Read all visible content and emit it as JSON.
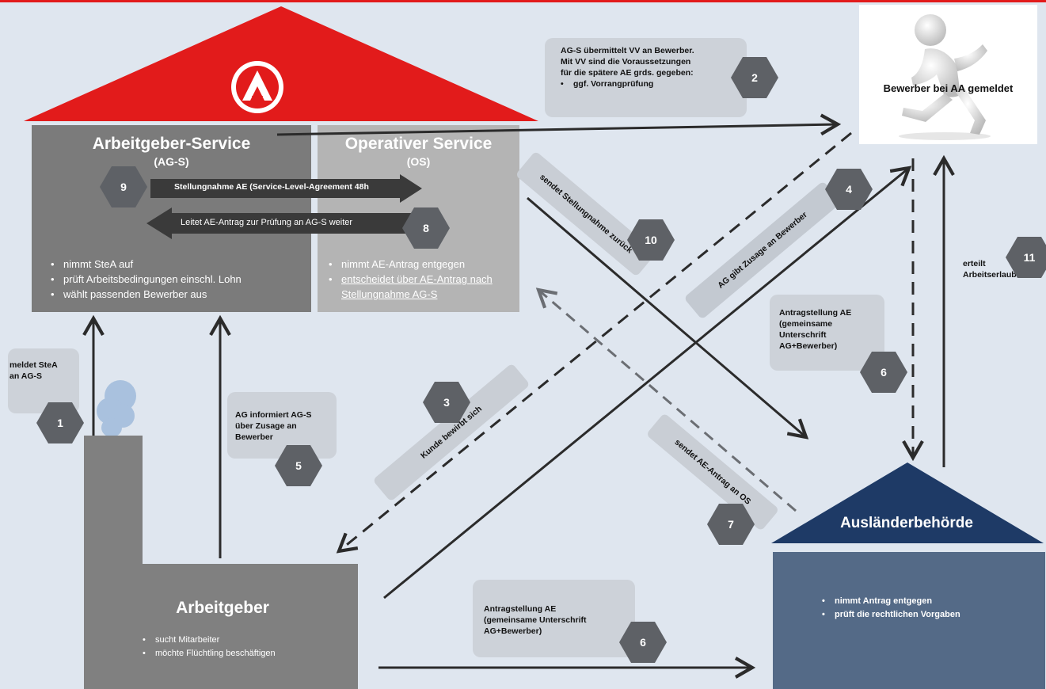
{
  "colors": {
    "background": "#dfe6ef",
    "red": "#e21b1b",
    "ags_box": "#7b7b7b",
    "os_box": "#b4b4b4",
    "abh_roof": "#1e3a66",
    "abh_box": "#546a87",
    "badge": "#5e6166",
    "arrow": "#2b2b2b"
  },
  "ags": {
    "title": "Arbeitgeber-Service",
    "subtitle": "(AG-S)",
    "bullets": [
      "nimmt SteA auf",
      "prüft Arbeitsbedingungen einschl. Lohn",
      "wählt passenden Bewerber aus"
    ]
  },
  "os": {
    "title": "Operativer Service",
    "subtitle": "(OS)",
    "bullets": [
      "nimmt AE-Antrag entgegen",
      "entscheidet über AE-Antrag nach Stellungnahme AG-S"
    ]
  },
  "arrow_labels": {
    "stellungnahme": "Stellungnahme AE (Service-Level-Agreement 48h",
    "leitet": "Leitet AE-Antrag zur Prüfung an AG-S weiter"
  },
  "bewerber": {
    "label": "Bewerber bei AA gemeldet"
  },
  "arbeitgeber": {
    "title": "Arbeitgeber",
    "bullets": [
      "sucht Mitarbeiter",
      "möchte Flüchtling beschäftigen"
    ]
  },
  "abh": {
    "title": "Ausländerbehörde",
    "bullets": [
      "nimmt Antrag entgegen",
      "prüft die rechtlichen Vorgaben"
    ]
  },
  "notes": {
    "n1": "meldet SteA an AG-S",
    "n2_lines": [
      "AG-S übermittelt VV an Bewerber.",
      "Mit VV sind die Voraussetzungen",
      "für die spätere AE grds. gegeben:"
    ],
    "n2_bullet": "ggf. Vorrangprüfung",
    "n3": "Kunde bewirbt sich",
    "n4": "AG gibt Zusage an Bewerber",
    "n5": "AG informiert AG-S über Zusage an Bewerber",
    "n6a": "Antragstellung AE (gemeinsame Unterschrift AG+Bewerber)",
    "n6b": "Antragstellung AE (gemeinsame Unterschrift AG+Bewerber)",
    "n7": "sendet AE-Antrag an OS",
    "n10": "sendet Stellungnahme zurück",
    "n11": "erteilt Arbeitserlaubnis"
  },
  "badges": [
    "1",
    "2",
    "3",
    "4",
    "5",
    "6",
    "6",
    "7",
    "8",
    "9",
    "10",
    "11"
  ]
}
